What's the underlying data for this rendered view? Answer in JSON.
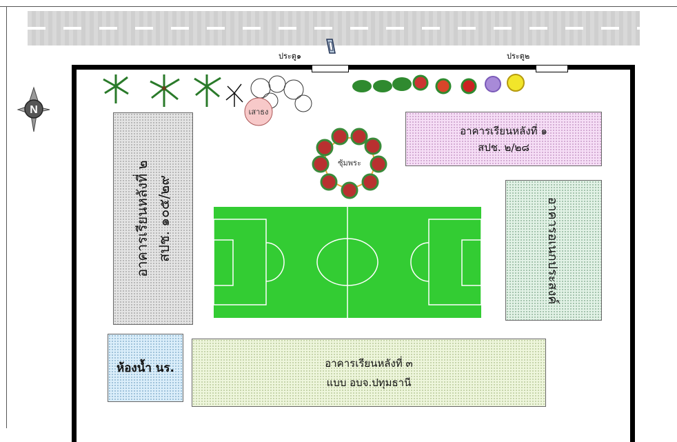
{
  "gates": {
    "gate1": "ประตู๑",
    "gate2": "ประตู๒"
  },
  "compass_letter": "N",
  "pole_label": "เสาธง",
  "shrine_label": "ซุ้มพระ",
  "building1": {
    "line1": "อาคารเรียนหลังที่ ๑",
    "line2": "สปช. ๒/๒๘"
  },
  "building2": {
    "line1": "อาคารเรียนหลังที่ ๒",
    "line2": "สปช. ๑๐๕/๒๙"
  },
  "building3": {
    "line1": "อาคารเรียนหลังที่ ๓",
    "line2": "แบบ อบจ.ปทุมธานี"
  },
  "multipurpose": "อาคารอเนกประสงค์",
  "toilet": "ห้องน้ำ นร.",
  "colors": {
    "field": "#33cc33",
    "wall": "#000000",
    "road": "#d3d3d3"
  }
}
